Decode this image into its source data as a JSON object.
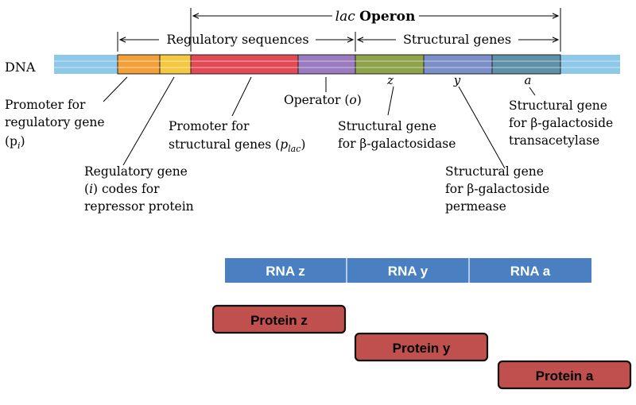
{
  "header": {
    "operon_italic": "lac",
    "operon_bold": "Operon",
    "regulatory_sequences": "Regulatory sequences",
    "structural_genes": "Structural genes"
  },
  "dna_label": "DNA",
  "segment_colors": {
    "dna": "#8ec8e8",
    "promoter_regulatory": "#f3a03a",
    "regulatory_gene": "#f5c842",
    "promoter_structural": "#e24b55",
    "operator": "#9b7bbf",
    "gene_z": "#8ea34a",
    "gene_y": "#7a8fc8",
    "gene_a": "#5e91a8"
  },
  "gene_letters": {
    "z": "z",
    "y": "y",
    "a": "a"
  },
  "labels": {
    "promoter_regulatory": {
      "line1": "Promoter for",
      "line2": "regulatory gene",
      "line3_open": "(p",
      "line3_sub": "i",
      "line3_close": ")"
    },
    "regulatory_gene": {
      "line1": "Regulatory gene",
      "line2_open": "(",
      "line2_italic": "i",
      "line2_rest": ") codes for",
      "line3": "repressor protein"
    },
    "promoter_structural": {
      "line1": "Promoter for",
      "line2_text": "structural genes (",
      "line2_italic": "p",
      "line2_sub": "lac",
      "line2_close": ")"
    },
    "operator": {
      "text": "Operator (",
      "italic": "o",
      "close": ")"
    },
    "gene_z": {
      "line1": "Structural gene",
      "line2": "for β-galactosidase"
    },
    "gene_y": {
      "line1": "Structural gene",
      "line2": "for β-galactoside",
      "line3": "permease"
    },
    "gene_a": {
      "line1": "Structural gene",
      "line2": "for β-galactoside",
      "line3": "transacetylase"
    }
  },
  "rna": {
    "color": "#4a7fc1",
    "segments": [
      "RNA z",
      "RNA y",
      "RNA a"
    ]
  },
  "proteins": {
    "color": "#c0504d",
    "items": [
      "Protein z",
      "Protein y",
      "Protein a"
    ]
  }
}
